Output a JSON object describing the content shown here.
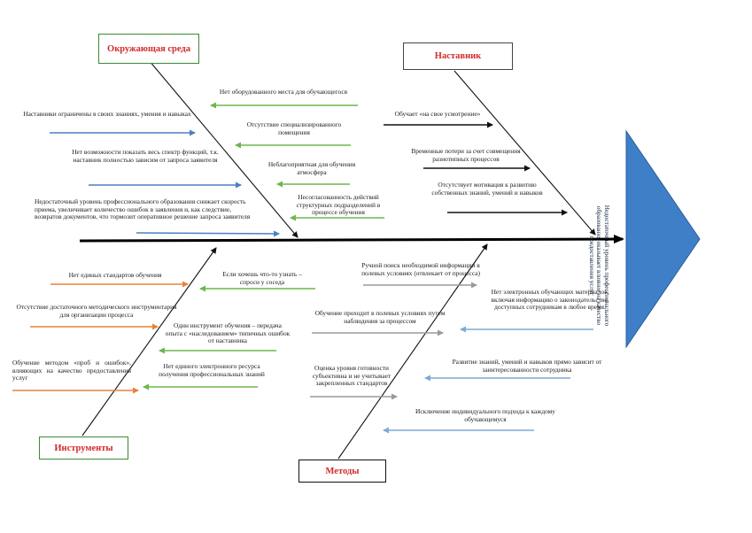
{
  "head": {
    "text": "Недостаточный уровень профессионального образования оказывает влияние на качество предоставления услуг",
    "color": "#3f7fc8"
  },
  "categories": {
    "environment": "Окружающая среда",
    "mentor": "Наставник",
    "tools": "Инструменты",
    "methods": "Методы"
  },
  "category_colors": {
    "environment_border": "#3c8a34",
    "mentor_border": "#444444",
    "tools_border": "#3c8a34",
    "methods_border": "#111111",
    "label": "#d22a2a"
  },
  "arrow_colors": {
    "green": "#6bb84c",
    "blue": "#4a7fc6",
    "black": "#111111",
    "orange": "#e8823a",
    "gray": "#9a9a9a",
    "lightblue": "#7fa9d6"
  },
  "causes": {
    "env_1": "Нет оборудованного места для обучающегося",
    "env_2": "Наставники ограничены в своих знаниях, умения и навыках",
    "env_3": "Отсутствие специализированного помещения",
    "env_4": "Нет возможности показать весь спектр функций, т.к. наставник полностью зависим от запроса заявителя",
    "env_5": "Неблагоприятная для обучения атмосфера",
    "env_6": "Несогласованность действий структурных подразделений в процессе обучения",
    "env_7": "Недостаточный уровень профессионального образования снижает скорость приема, увеличивает количество ошибок в заявления и, как следствие, возвратов документов, что тормозит оперативное решение запроса заявителя",
    "men_1": "Обучает «на свое усмотрение»",
    "men_2": "Временные потери за счет совмещения разнотипных процессов",
    "men_3": "Отсутствует мотивация к развитию собственных знаний, умений и навыков",
    "tool_1": "Нет единых стандартов обучения",
    "tool_2": "Если хочешь что-то узнать – спроси у соседа",
    "tool_3": "Отсутствие достаточного методического инструментария для организации процесса",
    "tool_4": "Один инструмент обучения – передача опыта с «наследованием» типичных ошибок от наставника",
    "tool_5": "Обучение методом «проб и ошибок», влияющих на качество предоставления услуг",
    "tool_6": "Нет единого электронного ресурса получения профессиональных знаний",
    "meth_1": "Ручной поиск необходимой информации в полевых условиях (отвлекает от процесса)",
    "meth_2": "Нет электронных обучающих материалов, включая информацию о законодательстве, доступных сотрудникам в любое время.",
    "meth_3": "Обучение проходит в полевых условиях путем наблюдения за процессом",
    "meth_4": "Развитие знаний, умений и навыков прямо зависит от заинтересованности сотрудника",
    "meth_5": "Оценка уровня готовности субъективна и не учитывает закрепленных стандартов",
    "meth_6": "Исключение индивидуального подхода к каждому обучающемуся"
  }
}
